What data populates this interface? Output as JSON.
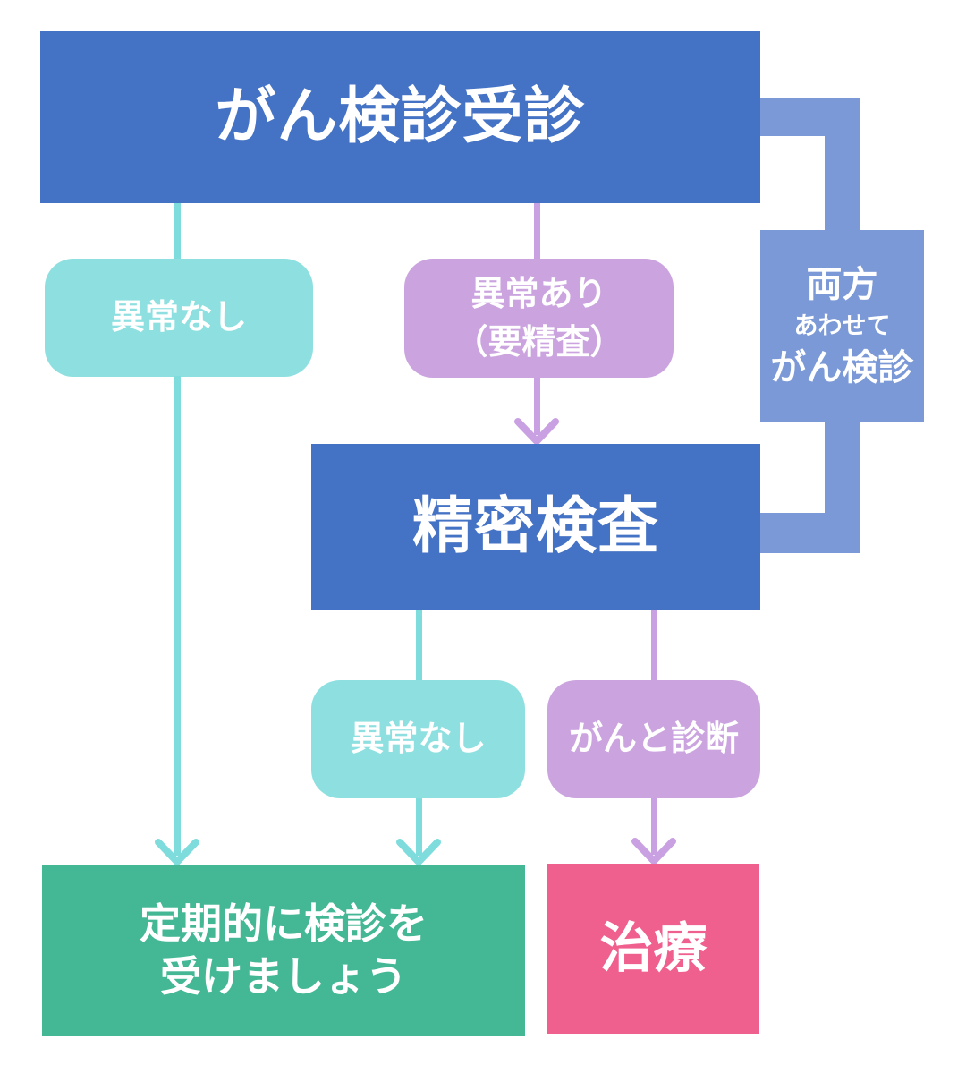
{
  "colors": {
    "primary_blue": "#4472C4",
    "light_blue": "#7B99D6",
    "teal_fill": "#8EE0E0",
    "teal_line": "#7EDCDC",
    "purple_fill": "#CBA4DF",
    "purple_line": "#C9A1E2",
    "green_fill": "#44B795",
    "pink_fill": "#F0608F",
    "text_color": "#FFFFFF",
    "bg": "#FFFFFF"
  },
  "flowchart": {
    "screening": "がん検診受診",
    "no_abnormality_1": "異常なし",
    "abnormality_line1": "異常あり",
    "abnormality_line2": "（要精査）",
    "both_line1": "両方",
    "both_line2": "あわせて",
    "both_line3": "がん検診",
    "detailed_exam": "精密検査",
    "no_abnormality_2": "異常なし",
    "cancer_diagnosis": "がんと診断",
    "regular_line1": "定期的に検診を",
    "regular_line2": "受けましょう",
    "treatment": "治療"
  }
}
